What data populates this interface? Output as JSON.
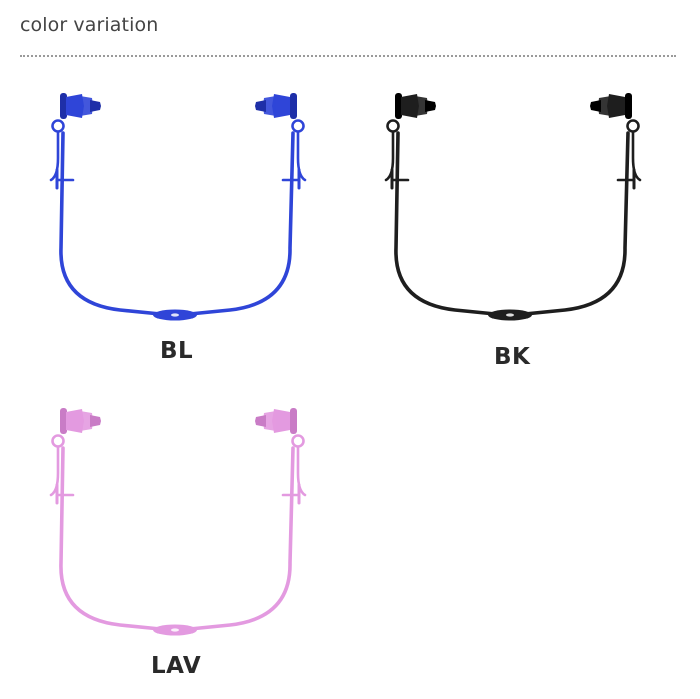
{
  "header": {
    "title": "color variation"
  },
  "variants": [
    {
      "code": "BL",
      "color": "#2f45d8",
      "dark": "#1e2fa8"
    },
    {
      "code": "BK",
      "color": "#1e1e1e",
      "dark": "#000000"
    },
    {
      "code": "LAV",
      "color": "#e39ae0",
      "dark": "#c97cc6"
    }
  ]
}
